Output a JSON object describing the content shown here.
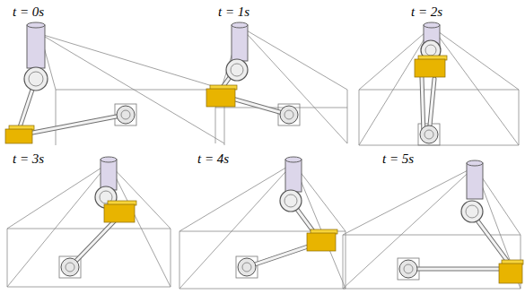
{
  "diagram": {
    "labels": [
      "t = 0s",
      "t = 1s",
      "t = 2s",
      "t = 3s",
      "t = 4s",
      "t = 5s"
    ]
  }
}
